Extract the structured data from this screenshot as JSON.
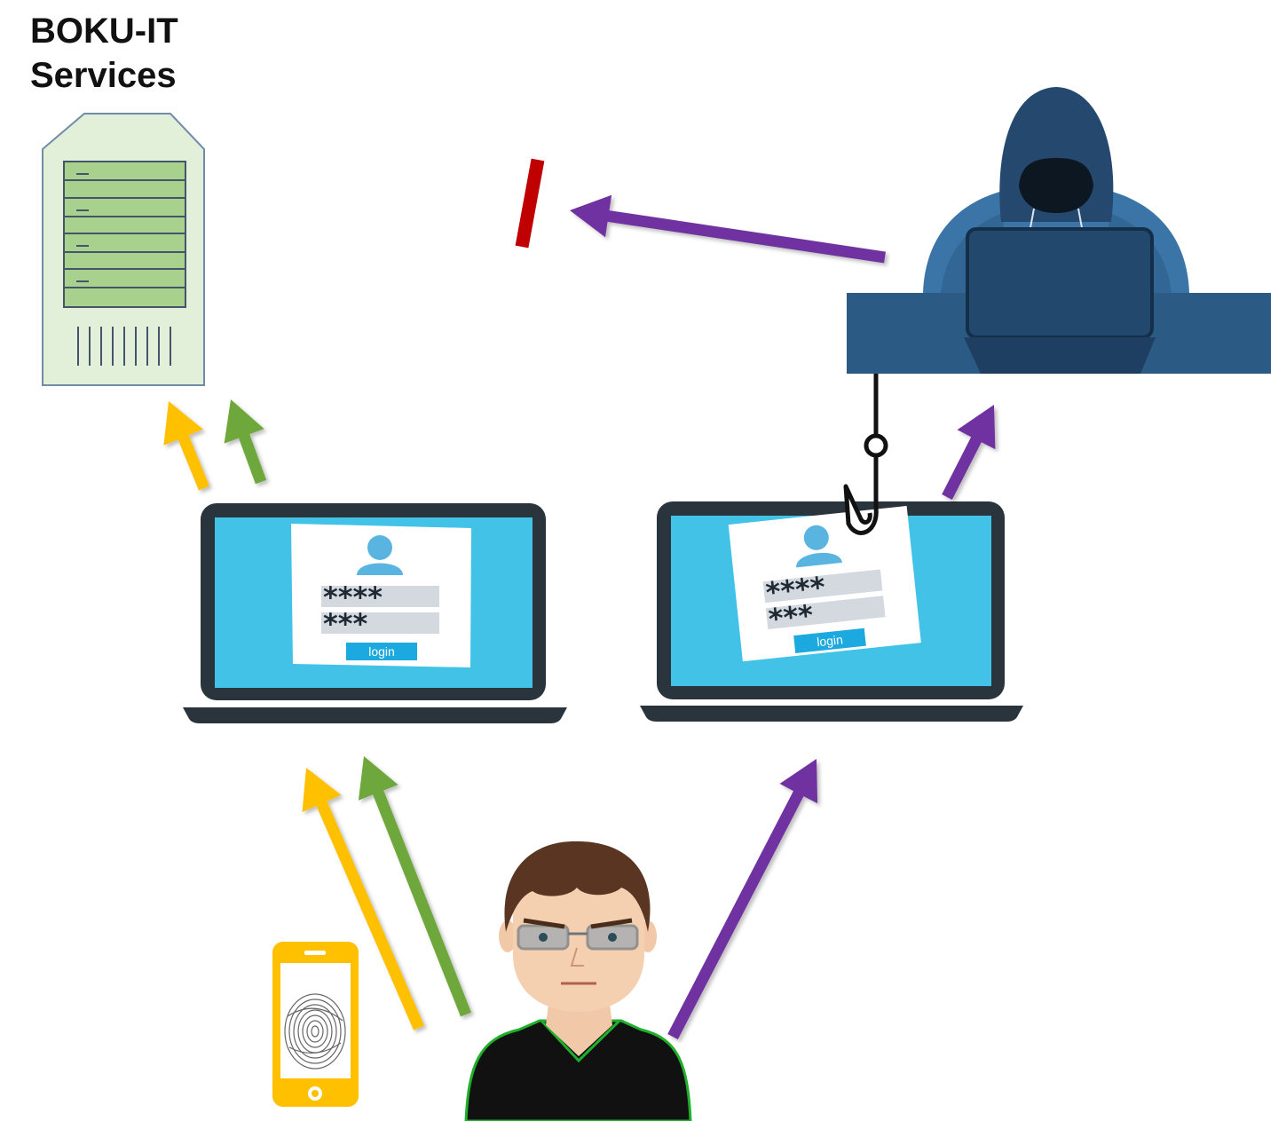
{
  "title": {
    "line1": "BOKU-IT",
    "line2": "Services"
  },
  "legit_login": {
    "field1": "****",
    "field2": "***",
    "button": "login"
  },
  "phishing_login": {
    "field1": "****",
    "field2": "***",
    "button": "login"
  },
  "colors": {
    "yellow_arrow": "#FFC000",
    "green_arrow": "#6EA73A",
    "purple_arrow": "#7030A0",
    "block_bar": "#C00000",
    "screen": "#42C2E6",
    "laptop_frame": "#2A343D",
    "server_fill": "#E3F0D9",
    "server_blade": "#A9D18E",
    "hacker": "#2D5F8B",
    "desk": "#2B5A85",
    "phone": "#FFC000",
    "login_button": "#1BA9DF"
  },
  "icons": [
    "server-icon",
    "laptop-icon",
    "user-icon",
    "hacker-icon",
    "fishing-hook-icon",
    "smartphone-icon",
    "fingerprint-icon",
    "block-icon"
  ]
}
